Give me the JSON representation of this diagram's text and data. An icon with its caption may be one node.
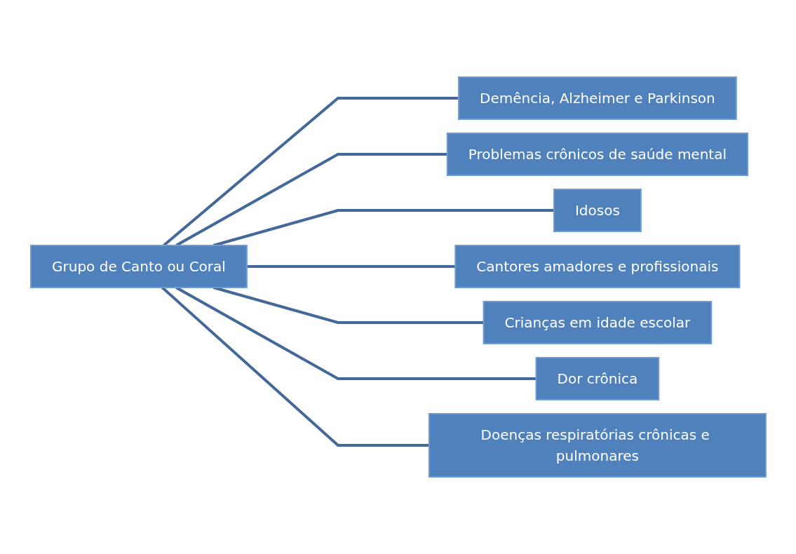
{
  "diagram": {
    "nodes": [
      {
        "text": [
          "Grupo de Canto ou Coral"
        ]
      },
      {
        "text": [
          "Demência, Alzheimer e Parkinson"
        ]
      },
      {
        "text": [
          "Problemas crônicos de saúde mental"
        ]
      },
      {
        "text": [
          "Idosos"
        ]
      },
      {
        "text": [
          "Cantores amadores e profissionais"
        ]
      },
      {
        "text": [
          "Crianças em idade escolar"
        ]
      },
      {
        "text": [
          "Dor crônica"
        ]
      },
      {
        "text": [
          "Doenças respiratórias crônicas e pulmonares"
        ]
      }
    ],
    "edges": [
      {
        "from": 0,
        "to": 1,
        "arrow": "none"
      },
      {
        "from": 0,
        "to": 2,
        "arrow": "none"
      },
      {
        "from": 0,
        "to": 3,
        "arrow": "none"
      },
      {
        "from": 0,
        "to": 4,
        "arrow": "none"
      },
      {
        "from": 0,
        "to": 5,
        "arrow": "none"
      },
      {
        "from": 0,
        "to": 6,
        "arrow": "none"
      },
      {
        "from": 0,
        "to": 7,
        "arrow": "none"
      }
    ]
  }
}
